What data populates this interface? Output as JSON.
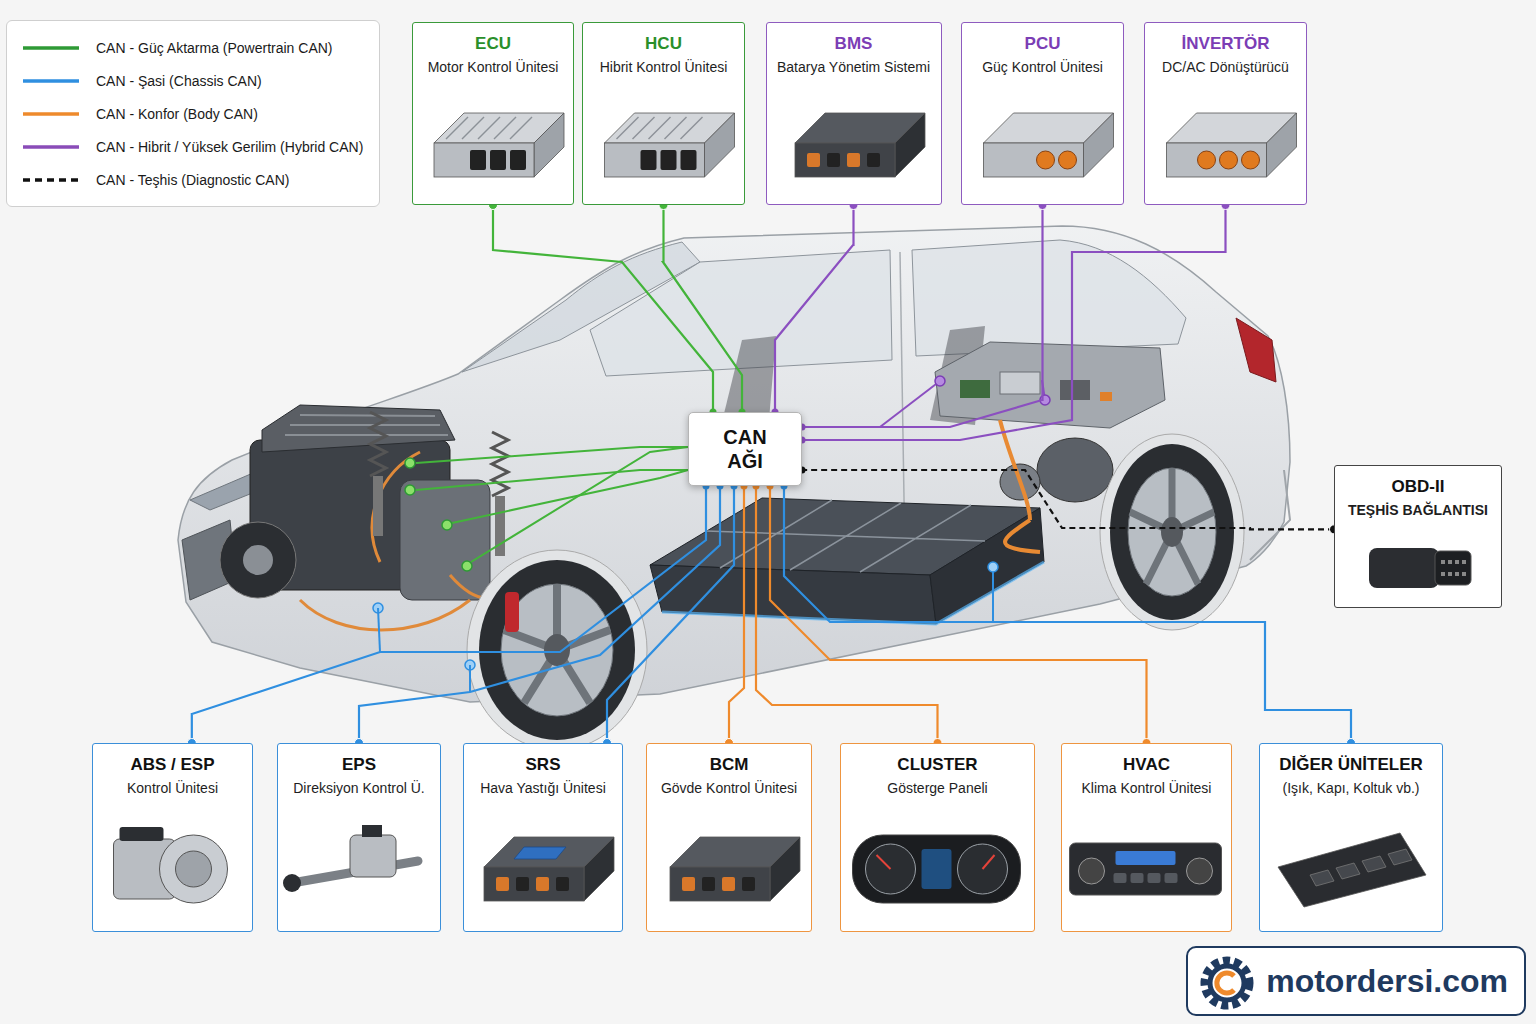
{
  "diagram": {
    "nodes": [
      {
        "text": [
          "ECU",
          "Motor Kontrol Ünitesi"
        ]
      },
      {
        "text": [
          "HCU",
          "Hibrit Kontrol Ünitesi"
        ]
      },
      {
        "text": [
          "BMS",
          "Batarya Yönetim Sistemi"
        ]
      },
      {
        "text": [
          "PCU",
          "Güç Kontrol Ünitesi"
        ]
      },
      {
        "text": [
          "İNVERTÖR",
          "DC/AC Dönüştürücü"
        ]
      },
      {
        "text": [
          "CAN AĞI"
        ]
      },
      {
        "text": [
          "OBD-II",
          "TEŞHİS BAĞLANTISI"
        ]
      },
      {
        "text": [
          "ABS / ESP",
          "Kontrol Ünitesi"
        ]
      },
      {
        "text": [
          "EPS",
          "Direksiyon Kontrol Ü."
        ]
      },
      {
        "text": [
          "SRS",
          "Hava Yastığı Ünitesi"
        ]
      },
      {
        "text": [
          "BCM",
          "Gövde Kontrol Ünitesi"
        ]
      },
      {
        "text": [
          "CLUSTER",
          "Gösterge Paneli"
        ]
      },
      {
        "text": [
          "HVAC",
          "Klima Kontrol Ünitesi"
        ]
      },
      {
        "text": [
          "DİĞER ÜNİTELER",
          "(Işık, Kapı, Koltuk vb.)"
        ]
      }
    ],
    "edges": [
      {
        "from": 0,
        "to": 5,
        "arrow": "none"
      },
      {
        "from": 1,
        "to": 5,
        "arrow": "none"
      },
      {
        "from": 2,
        "to": 5,
        "arrow": "none"
      },
      {
        "from": 3,
        "to": 5,
        "arrow": "none"
      },
      {
        "from": 4,
        "to": 5,
        "arrow": "none"
      },
      {
        "from": 6,
        "to": 5,
        "arrow": "none"
      },
      {
        "from": 7,
        "to": 5,
        "arrow": "none"
      },
      {
        "from": 8,
        "to": 5,
        "arrow": "none"
      },
      {
        "from": 9,
        "to": 5,
        "arrow": "none"
      },
      {
        "from": 10,
        "to": 5,
        "arrow": "none"
      },
      {
        "from": 11,
        "to": 5,
        "arrow": "none"
      },
      {
        "from": 12,
        "to": 5,
        "arrow": "none"
      },
      {
        "from": 13,
        "to": 5,
        "arrow": "none"
      }
    ],
    "labels": [
      "motordersi.com"
    ],
    "legend": [
      {
        "text": "CAN - Güç Aktarma (Powertrain CAN)"
      },
      {
        "text": "CAN - Şasi (Chassis CAN)"
      },
      {
        "text": "CAN - Konfor (Body CAN)"
      },
      {
        "text": "CAN - Hibrit / Yüksek Gerilim (Hybrid CAN)"
      },
      {
        "text": "CAN - Teşhis (Diagnostic CAN)"
      }
    ]
  }
}
